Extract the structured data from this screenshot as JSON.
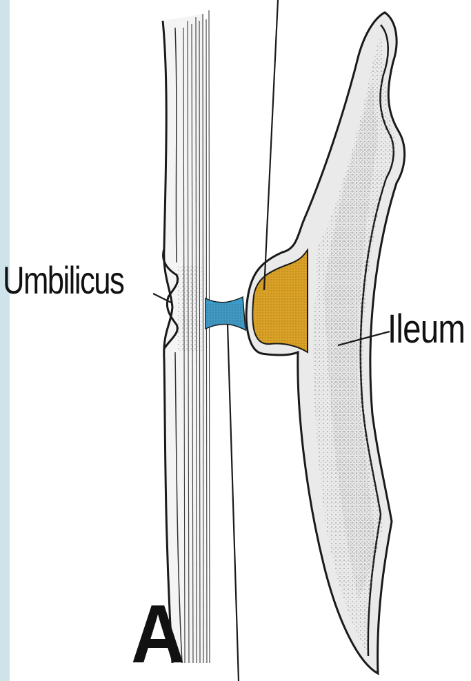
{
  "labels": {
    "umbilicus": "Umbilicus",
    "ileum": "Ileum",
    "panel": "A"
  },
  "colors": {
    "left_border": "#cfe3ea",
    "outline": "#1a1a1a",
    "wall_stipple": "#9a9a9a",
    "ileum_fill": "#e9e9e9",
    "diverticulum_fill": "#d9a126",
    "ligament_fill": "#3a9ac8"
  }
}
